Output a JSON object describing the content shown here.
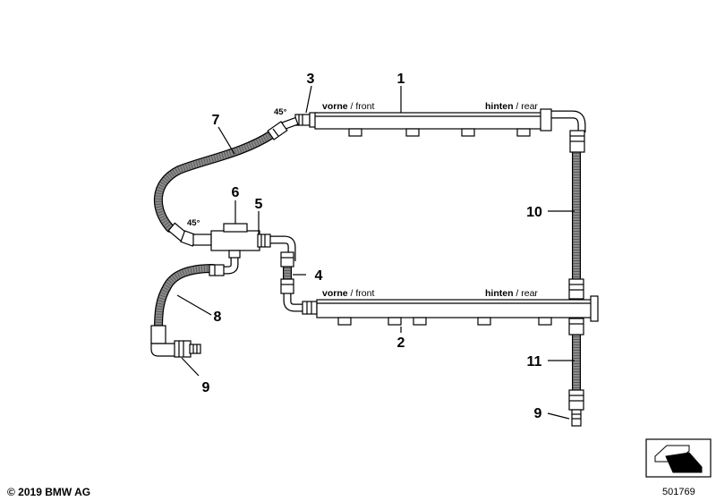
{
  "callouts": {
    "c1": "1",
    "c2": "2",
    "c3": "3",
    "c4": "4",
    "c5": "5",
    "c6": "6",
    "c7": "7",
    "c8": "8",
    "c9a": "9",
    "c9b": "9",
    "c10": "10",
    "c11": "11"
  },
  "rail_top": {
    "front_bold": "vorne",
    "front_rest": " / front",
    "rear_bold": "hinten",
    "rear_rest": " / rear"
  },
  "rail_bottom": {
    "front_bold": "vorne",
    "front_rest": " / front",
    "rear_bold": "hinten",
    "rear_rest": " / rear"
  },
  "angles": {
    "top": "45°",
    "left": "45°"
  },
  "footer": {
    "copyright": "© 2019 BMW AG",
    "part_number": "501769"
  }
}
